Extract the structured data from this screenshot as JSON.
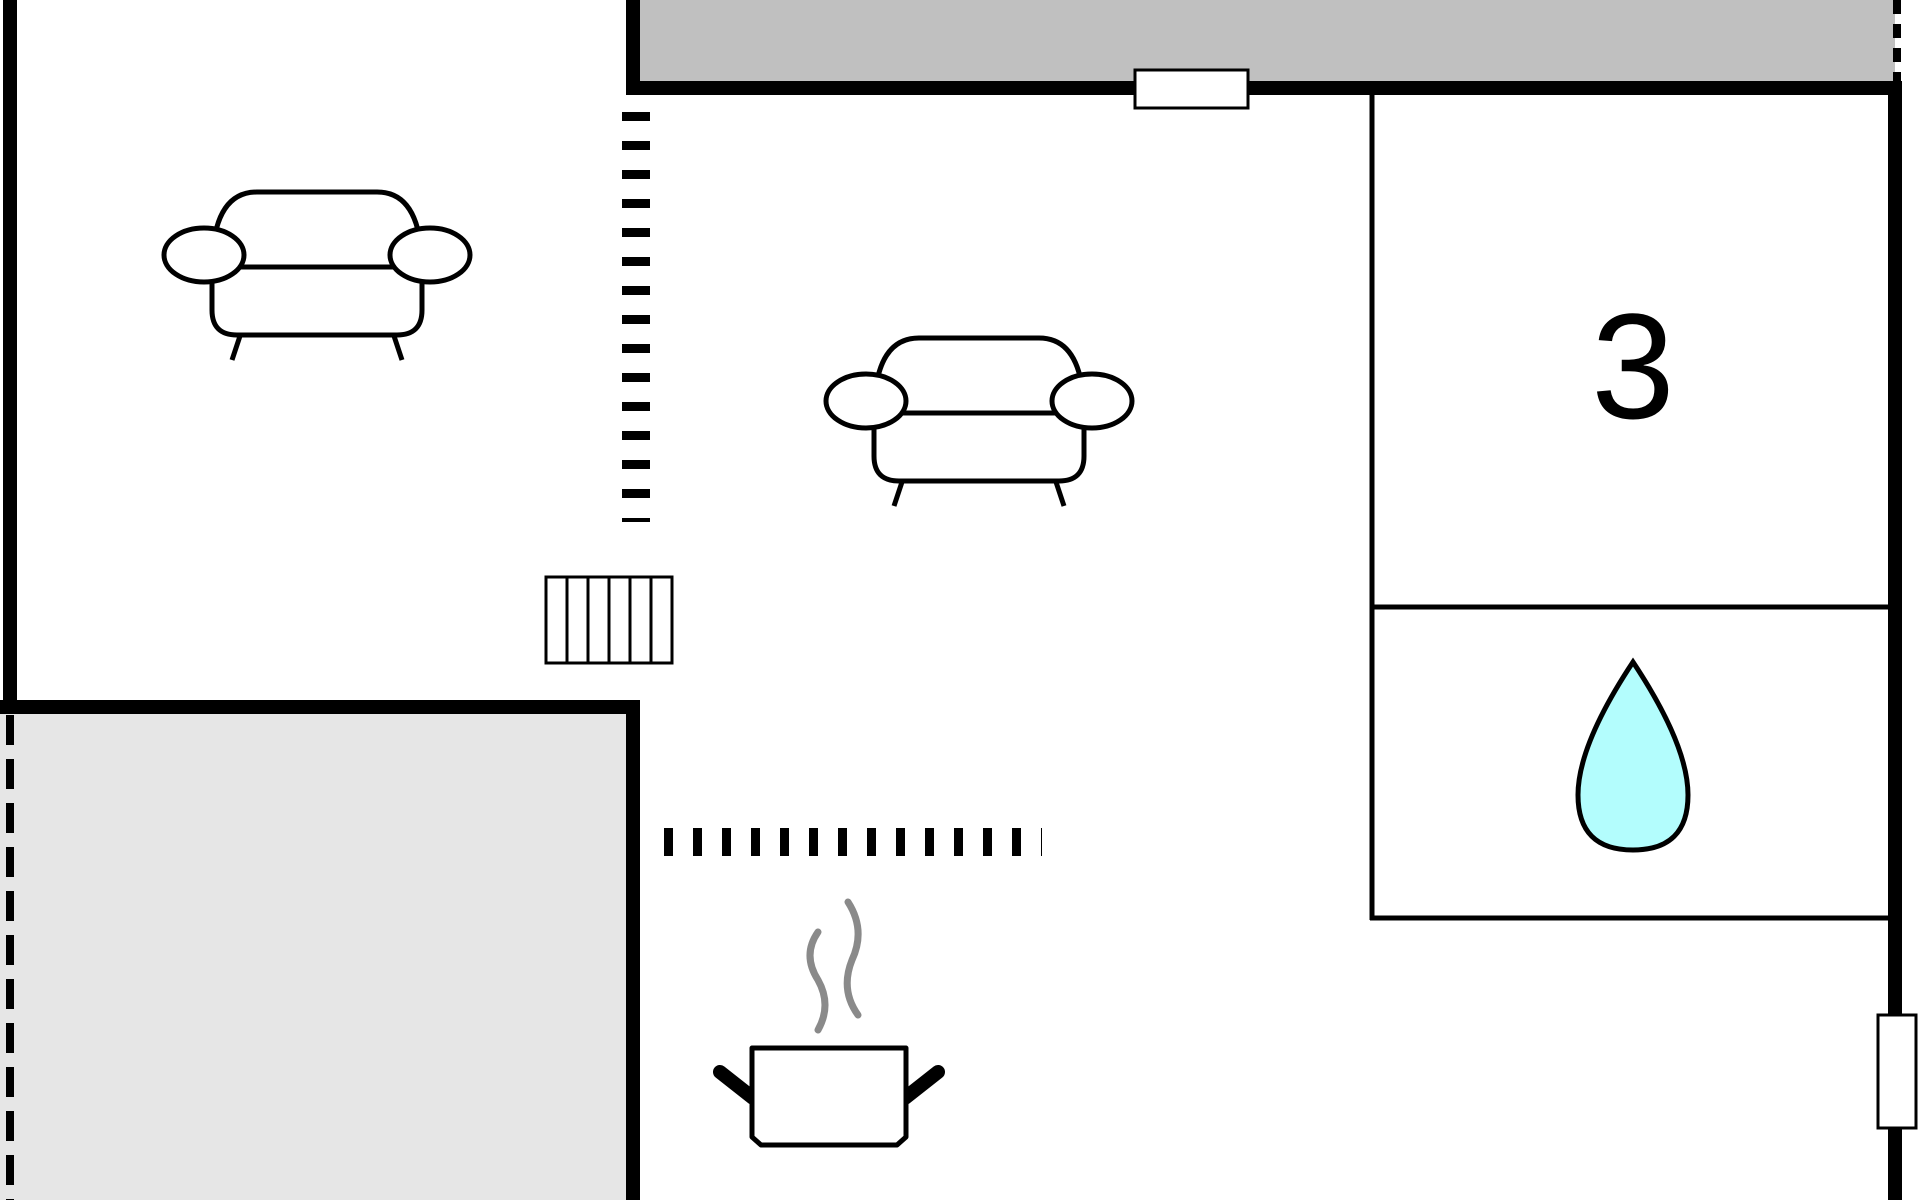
{
  "floor_plan": {
    "rooms": [
      {
        "id": "bedroom",
        "label": "3",
        "icon": "bedroom-number"
      },
      {
        "id": "bathroom",
        "icon": "water-drop-icon"
      },
      {
        "id": "living-area-left",
        "icon": "sofa-icon"
      },
      {
        "id": "living-area-center",
        "icon": "sofa-icon"
      },
      {
        "id": "kitchen",
        "icon": "cooking-pot-icon"
      },
      {
        "id": "terrace-top",
        "icon": "none"
      },
      {
        "id": "terrace-bottom-left",
        "icon": "none"
      }
    ],
    "features": [
      "window",
      "window",
      "radiator",
      "open-partition",
      "open-partition"
    ],
    "colors": {
      "wall": "#000000",
      "terrace_top": "#c0c0c0",
      "terrace_bottom": "#e6e6e6",
      "water_drop": "#b3fdfd",
      "steam": "#8a8a8a"
    }
  }
}
